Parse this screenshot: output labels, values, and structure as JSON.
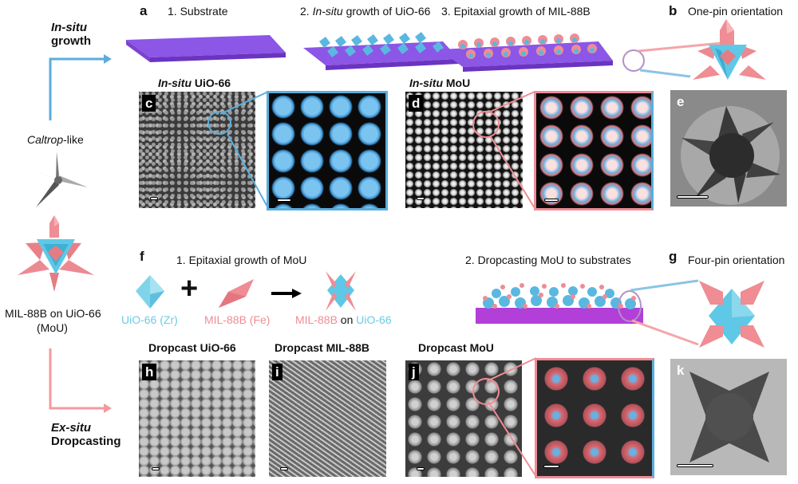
{
  "figure": {
    "left_column": {
      "top_branch": {
        "line1": "In-situ",
        "line2": "growth"
      },
      "caltrop_label": {
        "italic": "Caltrop",
        "rest": "-like"
      },
      "mou_label": {
        "line1": "MIL-88B on UiO-66",
        "line2": "(MoU)"
      },
      "bottom_branch": {
        "line1": "Ex-situ",
        "line2": "Dropcasting"
      }
    },
    "panel_a": {
      "letter": "a",
      "steps": [
        {
          "label": "1. Substrate"
        },
        {
          "prefix": "2. ",
          "italic": "In-situ",
          "suffix": " growth of UiO-66"
        },
        {
          "label": "3. Epitaxial growth of MIL-88B"
        }
      ]
    },
    "panel_b": {
      "letter": "b",
      "title": "One-pin orientation"
    },
    "panel_c": {
      "letter": "c",
      "title_italic": "In-situ",
      "title_rest": " UiO-66"
    },
    "panel_d": {
      "letter": "d",
      "title_italic": "In-situ",
      "title_rest": " MoU"
    },
    "panel_e": {
      "letter": "e"
    },
    "panel_f": {
      "letter": "f",
      "step1": "1. Epitaxial growth of MoU",
      "step2": "2. Dropcasting MoU to substrates",
      "uio_label": "UiO-66 (Zr)",
      "mil_label": "MIL-88B (Fe)",
      "plus": "+",
      "product_part1": "MIL-88B",
      "product_part2": " on ",
      "product_part3": "UiO-66"
    },
    "panel_g": {
      "letter": "g",
      "title": "Four-pin orientation"
    },
    "panel_h": {
      "letter": "h",
      "title": "Dropcast UiO-66"
    },
    "panel_i": {
      "letter": "i",
      "title": "Dropcast MIL-88B"
    },
    "panel_j": {
      "letter": "j",
      "title": "Dropcast MoU"
    },
    "panel_k": {
      "letter": "k"
    },
    "colors": {
      "uio_blue": "#5ec8e6",
      "mil_pink": "#ef8c94",
      "substrate_purple": "#8a4fe0",
      "substrate_magenta": "#b23fd8",
      "arrow_blue": "#5aaedc",
      "arrow_pink": "#f4999e"
    }
  }
}
